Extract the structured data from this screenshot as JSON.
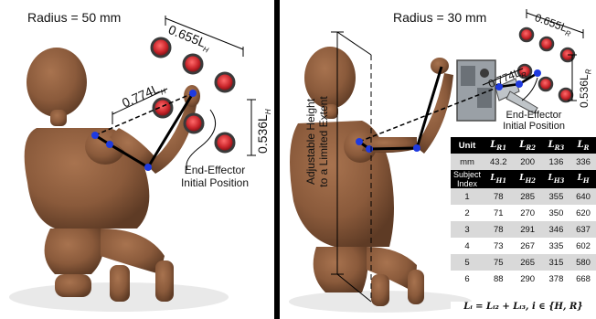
{
  "left": {
    "radius_label": "Radius = 50 mm",
    "dim_top": "0.655L",
    "dim_top_sub": "H",
    "dim_diag": "0.774L",
    "dim_diag_sub": "H",
    "dim_side": "0.536L",
    "dim_side_sub": "H",
    "ee_line1": "End-Effector",
    "ee_line2": "Initial Position"
  },
  "right": {
    "radius_label": "Radius = 30 mm",
    "dim_top": "0.655L",
    "dim_top_sub": "R",
    "dim_diag": "0.774L",
    "dim_diag_sub": "R",
    "dim_side": "0.536L",
    "dim_side_sub": "R",
    "ee_line1": "End-Effector",
    "ee_line2": "Initial Position",
    "height_line1": "Adjustable Height",
    "height_line2": "to a Limited Extent"
  },
  "table": {
    "unit_header": "Unit",
    "robot_cols": [
      {
        "base": "L",
        "sub": "R1"
      },
      {
        "base": "L",
        "sub": "R2"
      },
      {
        "base": "L",
        "sub": "R3"
      },
      {
        "base": "L",
        "sub": "R"
      }
    ],
    "mm_row": {
      "label": "mm",
      "values": [
        "43.2",
        "200",
        "136",
        "336"
      ]
    },
    "subject_header_line1": "Subject",
    "subject_header_line2": "Index",
    "human_cols": [
      {
        "base": "L",
        "sub": "H1"
      },
      {
        "base": "L",
        "sub": "H2"
      },
      {
        "base": "L",
        "sub": "H3"
      },
      {
        "base": "L",
        "sub": "H"
      }
    ],
    "rows": [
      {
        "index": "1",
        "values": [
          "78",
          "285",
          "355",
          "640"
        ]
      },
      {
        "index": "2",
        "values": [
          "71",
          "270",
          "350",
          "620"
        ]
      },
      {
        "index": "3",
        "values": [
          "78",
          "291",
          "346",
          "637"
        ]
      },
      {
        "index": "4",
        "values": [
          "73",
          "267",
          "335",
          "602"
        ]
      },
      {
        "index": "5",
        "values": [
          "75",
          "265",
          "315",
          "580"
        ]
      },
      {
        "index": "6",
        "values": [
          "88",
          "290",
          "378",
          "668"
        ]
      }
    ],
    "formula": "Lᵢ = Lᵢ₂ + Lᵢ₃, i ∈ {H, R}"
  },
  "colors": {
    "mannequin": "#8a5a3b",
    "mannequin_shadow": "#5e3b25",
    "target": "#c8242a",
    "target_rim": "#3a3a3a",
    "joint": "#1e3ae0"
  }
}
